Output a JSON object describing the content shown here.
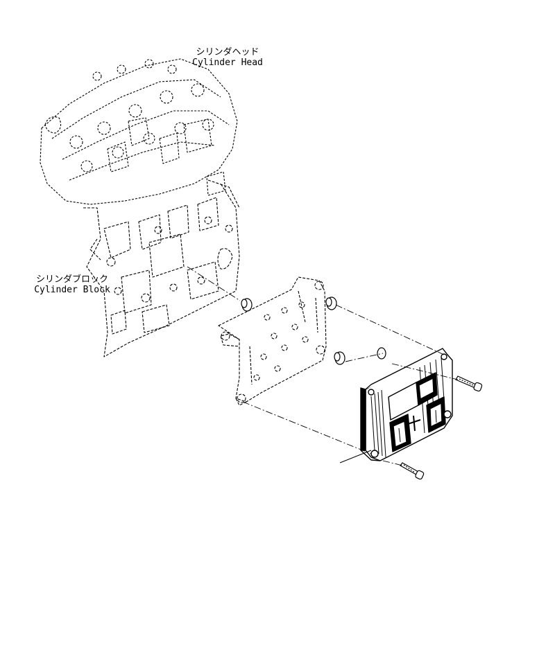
{
  "labels": {
    "cylinder_head": {
      "jp": "シリンダヘッド",
      "en": "Cylinder Head"
    },
    "cylinder_block": {
      "jp": "シリンダブロック",
      "en": "Cylinder Block"
    }
  },
  "colors": {
    "line": "#000000",
    "background": "#ffffff"
  }
}
